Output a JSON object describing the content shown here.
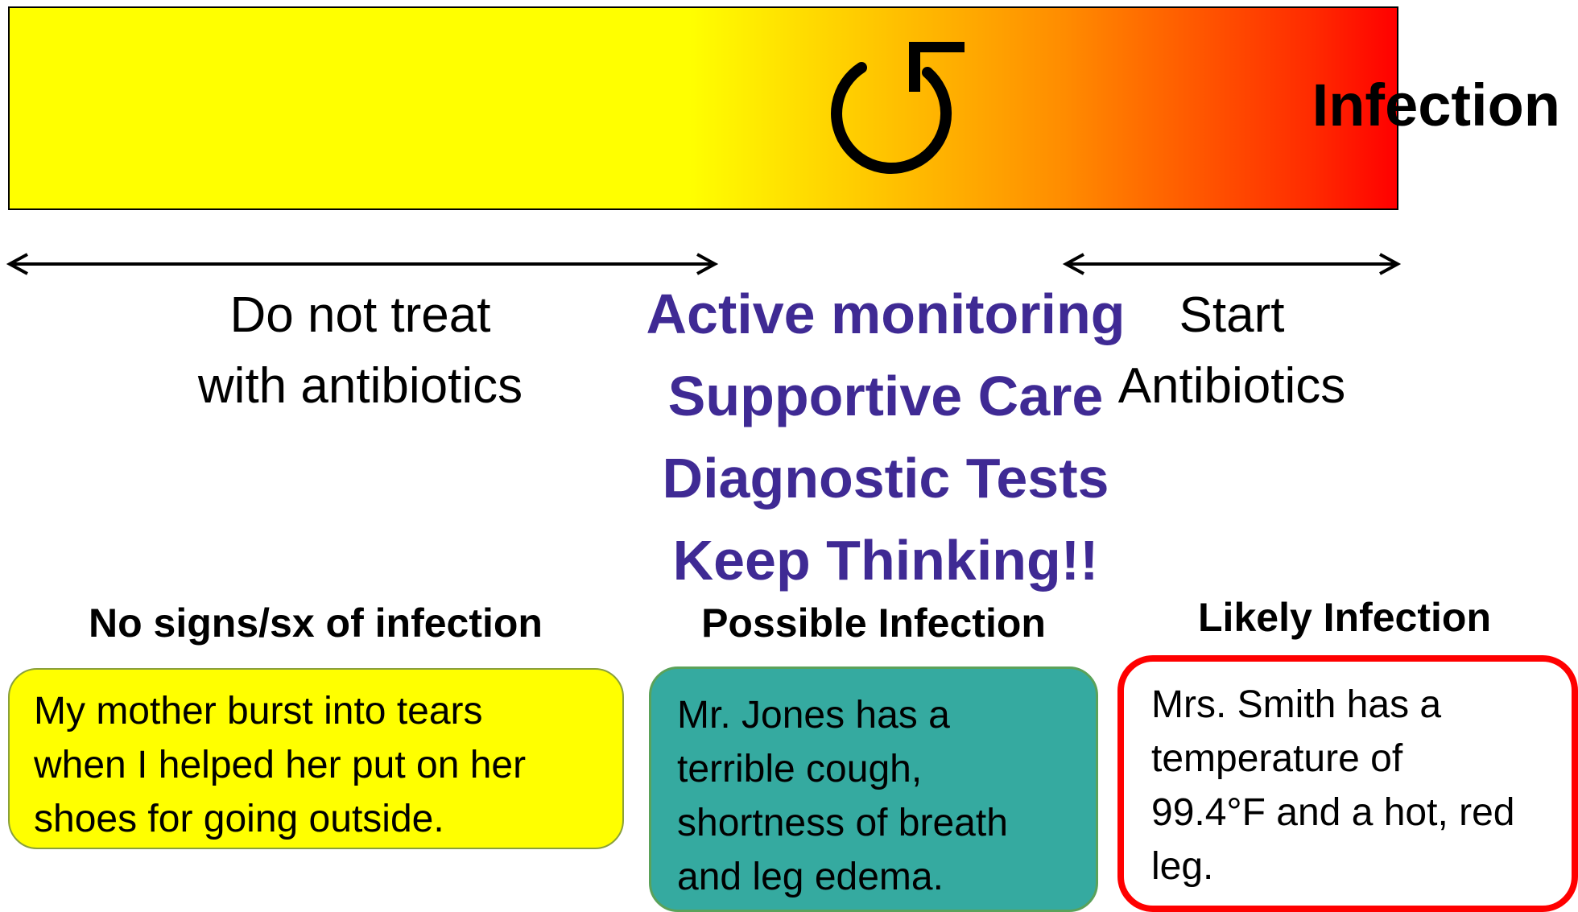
{
  "spectrum": {
    "label": "Infection",
    "gradient_colors": [
      "#ffff00",
      "#ffc400",
      "#ff8c00",
      "#ff0000"
    ],
    "icon": "counterclockwise-arrow-icon"
  },
  "ranges": {
    "left_label": [
      "Do not treat",
      "with antibiotics"
    ],
    "right_label": [
      "Start",
      "Antibiotics"
    ]
  },
  "middle": {
    "color": "#3f2a94",
    "items": [
      "Active monitoring",
      "Supportive Care",
      "Diagnostic Tests",
      "Keep Thinking!!"
    ]
  },
  "categories": [
    {
      "heading": "No signs/sx of infection",
      "lines": [
        "My mother burst into tears",
        "when I helped her put on her",
        "shoes for going outside."
      ],
      "fill": "#ffff00"
    },
    {
      "heading": "Possible Infection",
      "lines": [
        "Mr. Jones has a",
        "terrible cough,",
        "shortness of breath",
        "and leg edema."
      ],
      "fill": "#35aaa0"
    },
    {
      "heading": "Likely Infection",
      "lines": [
        "Mrs. Smith has a",
        "temperature of",
        "99.4°F and a hot, red",
        "leg."
      ],
      "fill": "#ffffff",
      "border": "#ff0000"
    }
  ]
}
